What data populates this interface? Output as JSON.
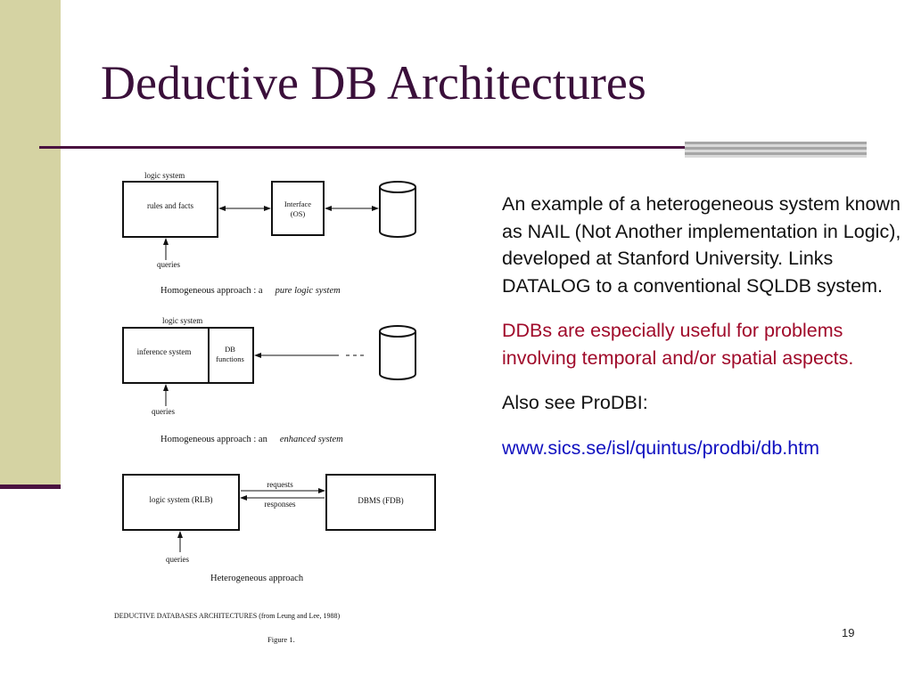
{
  "slide": {
    "title": "Deductive DB Architectures",
    "page_number": "19"
  },
  "figure": {
    "d1": {
      "logic_label": "logic system",
      "rules_label": "rules and facts",
      "interface_line1": "Interface",
      "interface_line2": "(OS)",
      "queries_label": "queries",
      "caption_main": "Homogeneous approach : a",
      "caption_italic": "pure logic system"
    },
    "d2": {
      "logic_label": "logic system",
      "inference_label": "inference system",
      "db_line1": "DB",
      "db_line2": "functions",
      "queries_label": "queries",
      "caption_main": "Homogeneous approach : an",
      "caption_italic": "enhanced system"
    },
    "d3": {
      "logic_label": "logic system (RLB)",
      "requests_label": "requests",
      "responses_label": "responses",
      "dbms_label": "DBMS (FDB)",
      "queries_label": "queries",
      "caption": "Heterogeneous approach"
    },
    "footer_caption": "DEDUCTIVE DATABASES ARCHITECTURES (from Leung and Lee, 1988)",
    "figure_label": "Figure 1."
  },
  "text": {
    "para1": "An example of a heterogeneous system known as NAIL (Not Another implementation in Logic), developed at Stanford University. Links DATALOG to a conventional SQLDB system.",
    "para2": "DDBs are especially useful for problems involving temporal and/or spatial aspects.",
    "para3": "Also see ProDBI:",
    "link": "www.sics.se/isl/quintus/prodbi/db.htm"
  },
  "colors": {
    "band": "#d5d3a3",
    "accent": "#4a1240",
    "title": "#3a0f3a",
    "red_text": "#a00a2a",
    "link": "#1010c0"
  }
}
